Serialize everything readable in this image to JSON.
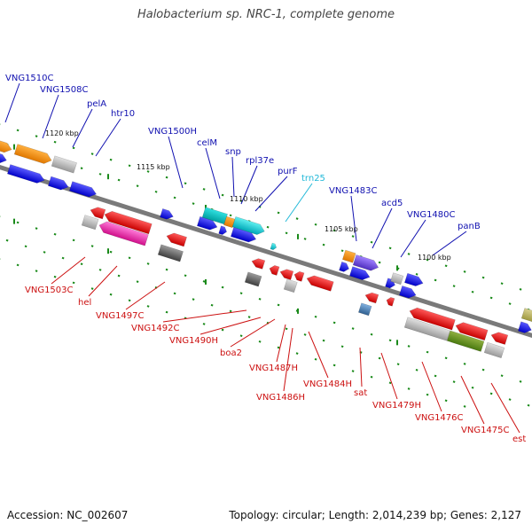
{
  "title": "Halobacterium sp. NRC-1, complete genome",
  "footer": {
    "accession": "Accession: NC_002607",
    "summary": "Topology: circular; Length: 2,014,239 bp; Genes: 2,127"
  },
  "colors": {
    "forward_label": "#1010b0",
    "reverse_label": "#cc1010",
    "rna_label": "#20b8d8",
    "backbone": "#808080",
    "tick": "#1a8a1a"
  },
  "scale_labels": [
    "1120 kbp",
    "1115 kbp",
    "1110 kbp",
    "1105 kbp",
    "1100 kbp"
  ],
  "forward_genes": [
    "VNG1510C",
    "VNG1508C",
    "pelA",
    "htr10",
    "VNG1500H",
    "celM",
    "snp",
    "rpl37e",
    "purF",
    "VNG1483C",
    "acd5",
    "VNG1480C",
    "panB"
  ],
  "rna_genes": [
    "trn25"
  ],
  "reverse_genes": [
    "VNG1503C",
    "hel",
    "VNG1497C",
    "VNG1492C",
    "VNG1490H",
    "boa2",
    "VNG1487H",
    "VNG1486H",
    "VNG1484H",
    "sat",
    "VNG1479H",
    "VNG1476C",
    "VNG1475C",
    "est"
  ]
}
